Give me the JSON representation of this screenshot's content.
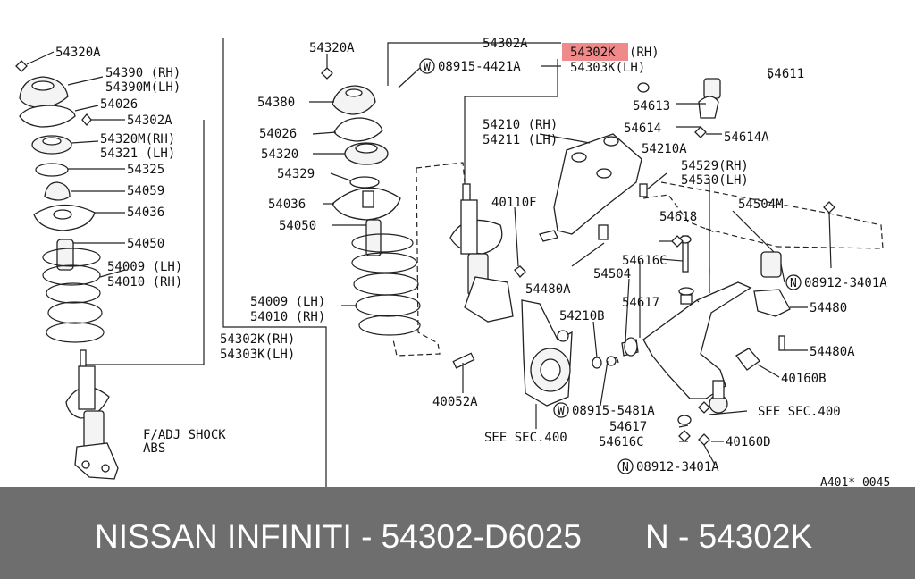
{
  "diagram": {
    "highlight_color": "#f08a8a",
    "highlight_label": "54302K",
    "labels": [
      {
        "id": "l1",
        "text": "54320A"
      },
      {
        "id": "l2",
        "text": "54390 (RH)"
      },
      {
        "id": "l3",
        "text": "54390M(LH)"
      },
      {
        "id": "l4",
        "text": "54026"
      },
      {
        "id": "l5",
        "text": "54302A"
      },
      {
        "id": "l6",
        "text": "54320M(RH)"
      },
      {
        "id": "l7",
        "text": "54321  (LH)"
      },
      {
        "id": "l8",
        "text": "54325"
      },
      {
        "id": "l9",
        "text": "54059"
      },
      {
        "id": "l10",
        "text": "54036"
      },
      {
        "id": "l11",
        "text": "54050"
      },
      {
        "id": "l12",
        "text": "54009 (LH)"
      },
      {
        "id": "l13",
        "text": "54010 (RH)"
      },
      {
        "id": "l14",
        "text": "54302K(RH)"
      },
      {
        "id": "l15",
        "text": "54303K(LH)"
      },
      {
        "id": "l16",
        "text": "F/ADJ SHOCK"
      },
      {
        "id": "l17",
        "text": "ABS"
      },
      {
        "id": "l18",
        "text": "54320A"
      },
      {
        "id": "l19",
        "text": "54380"
      },
      {
        "id": "l20",
        "text": "54026"
      },
      {
        "id": "l21",
        "text": "54320"
      },
      {
        "id": "l22",
        "text": "54329"
      },
      {
        "id": "l23",
        "text": "54036"
      },
      {
        "id": "l24",
        "text": "54050"
      },
      {
        "id": "l25",
        "text": "54009 (LH)"
      },
      {
        "id": "l26",
        "text": "54010 (RH)"
      },
      {
        "id": "l27",
        "text": "54302A"
      },
      {
        "id": "l28",
        "text": "08915-4421A"
      },
      {
        "id": "l29",
        "text": "(RH)"
      },
      {
        "id": "l30",
        "text": "54303K(LH)"
      },
      {
        "id": "l31",
        "text": "54210 (RH)"
      },
      {
        "id": "l32",
        "text": "54211 (LH)"
      },
      {
        "id": "l33",
        "text": "54210A"
      },
      {
        "id": "l34",
        "text": "40110F"
      },
      {
        "id": "l35",
        "text": "54480A"
      },
      {
        "id": "l36",
        "text": "54504"
      },
      {
        "id": "l37",
        "text": "54210B"
      },
      {
        "id": "l38",
        "text": "40052A"
      },
      {
        "id": "l39",
        "text": "08915-5481A"
      },
      {
        "id": "l40",
        "text": "SEE SEC.400"
      },
      {
        "id": "l41",
        "text": "54611"
      },
      {
        "id": "l42",
        "text": "54613"
      },
      {
        "id": "l43",
        "text": "54614"
      },
      {
        "id": "l44",
        "text": "54614A"
      },
      {
        "id": "l45",
        "text": "54529(RH)"
      },
      {
        "id": "l46",
        "text": "54530(LH)"
      },
      {
        "id": "l47",
        "text": "54618"
      },
      {
        "id": "l48",
        "text": "54504M"
      },
      {
        "id": "l49",
        "text": "54616C"
      },
      {
        "id": "l50",
        "text": "08912-3401A"
      },
      {
        "id": "l51",
        "text": "54617"
      },
      {
        "id": "l52",
        "text": "54480"
      },
      {
        "id": "l53",
        "text": "54480A"
      },
      {
        "id": "l54",
        "text": "40160B"
      },
      {
        "id": "l55",
        "text": "SEE SEC.400"
      },
      {
        "id": "l56",
        "text": "54617"
      },
      {
        "id": "l57",
        "text": "54616C"
      },
      {
        "id": "l58",
        "text": "40160D"
      },
      {
        "id": "l59",
        "text": "08912-3401A"
      },
      {
        "id": "l60",
        "text": "A401* 0045"
      }
    ],
    "circle_marks": [
      {
        "id": "c1",
        "text": "W"
      },
      {
        "id": "c2",
        "text": "N"
      },
      {
        "id": "c3",
        "text": "W"
      },
      {
        "id": "c4",
        "text": "N"
      }
    ]
  },
  "footer": {
    "brand": "NISSAN INFINITI - 54302-D6025",
    "part_code": "N - 54302K",
    "background": "#6e6e6e"
  }
}
